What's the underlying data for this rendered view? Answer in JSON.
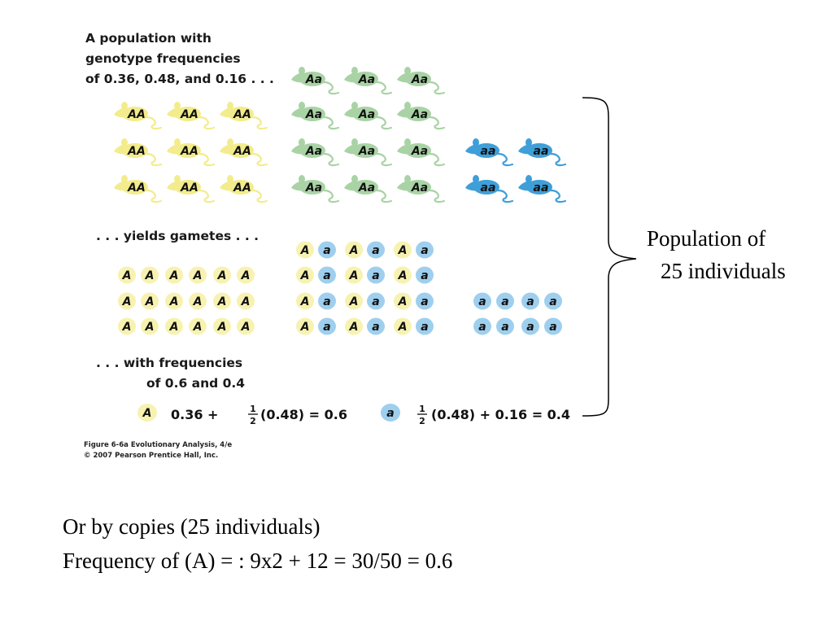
{
  "figure": {
    "intro_lines": [
      "A population with",
      "genotype frequencies",
      "of 0.36, 0.48, and 0.16 . . ."
    ],
    "gametes_label": ". . . yields gametes . . .",
    "freq_lines": [
      ". . . with frequencies",
      "of 0.6 and 0.4"
    ],
    "genotype_labels": {
      "AA": "AA",
      "Aa": "Aa",
      "aa": "aa"
    },
    "allele_labels": {
      "A": "A",
      "a": "a"
    },
    "calc_A": {
      "allele": "A",
      "prefix": "0.36 + ",
      "frac_num": "1",
      "frac_den": "2",
      "suffix": "(0.48) = 0.6"
    },
    "calc_a": {
      "allele": "a",
      "frac_num": "1",
      "frac_den": "2",
      "suffix": "(0.48) + 0.16 = 0.4"
    },
    "credit_lines": [
      "Figure 6-6a  Evolutionary Analysis, 4/e",
      "© 2007 Pearson Prentice Hall, Inc."
    ]
  },
  "bracket_label": [
    "Population of",
    "25 individuals"
  ],
  "bottom_text": [
    "Or by copies (25 individuals)",
    "Frequency of (A) = : 9x2 + 12 = 30/50 = 0.6"
  ],
  "colors": {
    "AA_mouse": "#f3ec8c",
    "Aa_mouse": "#a9d3a5",
    "aa_mouse": "#3f9fd8",
    "A_allele": "#f7f2b0",
    "a_allele": "#9fcfee"
  }
}
